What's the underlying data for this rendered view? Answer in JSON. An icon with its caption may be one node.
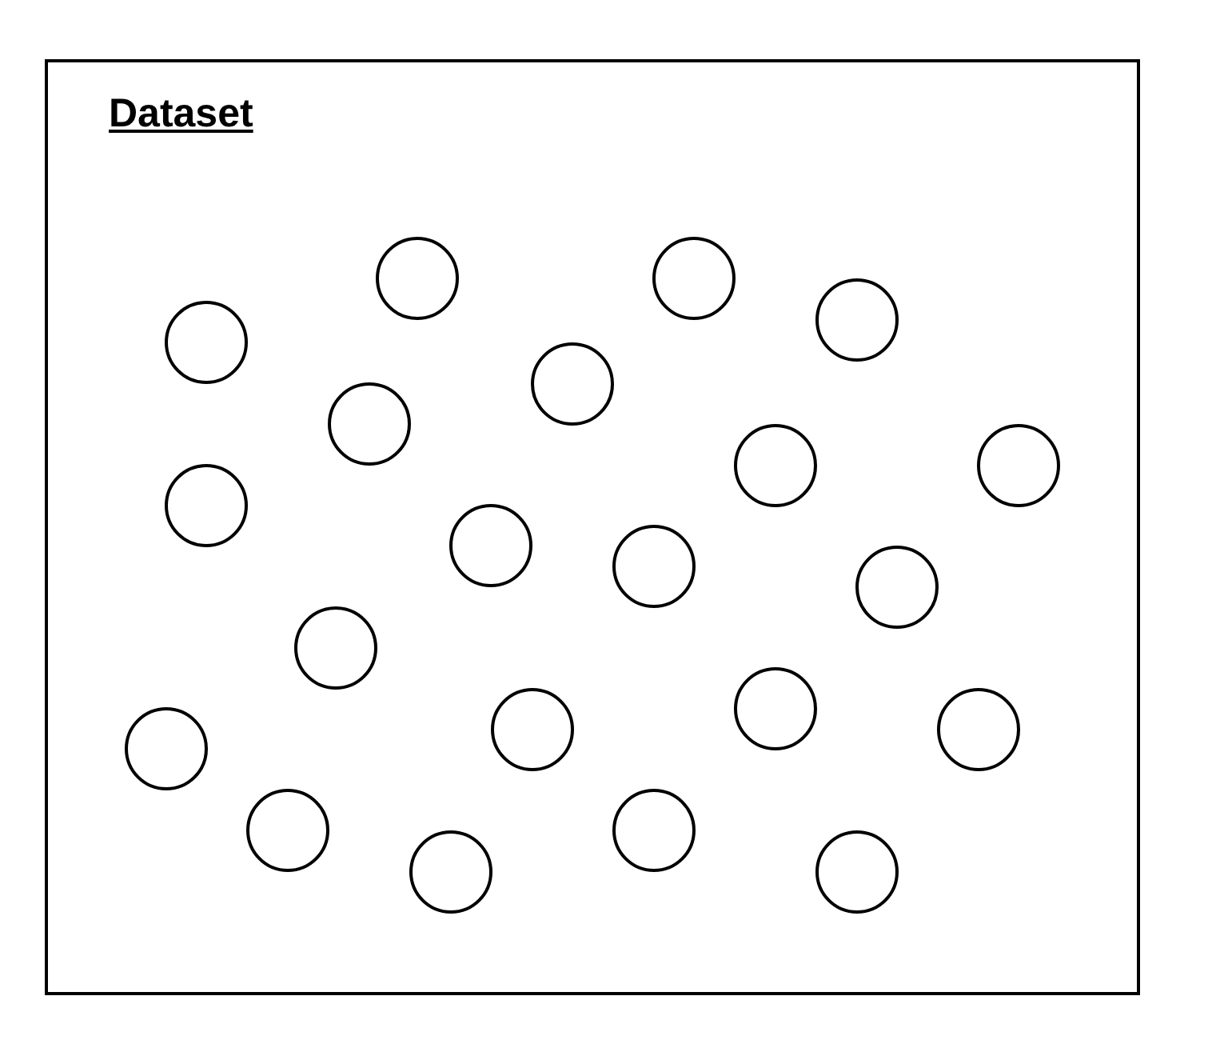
{
  "diagram": {
    "nodes": [
      {
        "text": [
          "Dataset"
        ]
      },
      {
        "text": [],
        "shape": "circle",
        "in": 0
      },
      {
        "text": [],
        "shape": "circle",
        "in": 0
      },
      {
        "text": [],
        "shape": "circle",
        "in": 0
      },
      {
        "text": [],
        "shape": "circle",
        "in": 0
      },
      {
        "text": [],
        "shape": "circle",
        "in": 0
      },
      {
        "text": [],
        "shape": "circle",
        "in": 0
      },
      {
        "text": [],
        "shape": "circle",
        "in": 0
      },
      {
        "text": [],
        "shape": "circle",
        "in": 0
      },
      {
        "text": [],
        "shape": "circle",
        "in": 0
      },
      {
        "text": [],
        "shape": "circle",
        "in": 0
      },
      {
        "text": [],
        "shape": "circle",
        "in": 0
      },
      {
        "text": [],
        "shape": "circle",
        "in": 0
      },
      {
        "text": [],
        "shape": "circle",
        "in": 0
      },
      {
        "text": [],
        "shape": "circle",
        "in": 0
      },
      {
        "text": [],
        "shape": "circle",
        "in": 0
      },
      {
        "text": [],
        "shape": "circle",
        "in": 0
      },
      {
        "text": [],
        "shape": "circle",
        "in": 0
      },
      {
        "text": [],
        "shape": "circle",
        "in": 0
      },
      {
        "text": [],
        "shape": "circle",
        "in": 0
      },
      {
        "text": [],
        "shape": "circle",
        "in": 0
      },
      {
        "text": [],
        "shape": "circle",
        "in": 0
      }
    ]
  }
}
